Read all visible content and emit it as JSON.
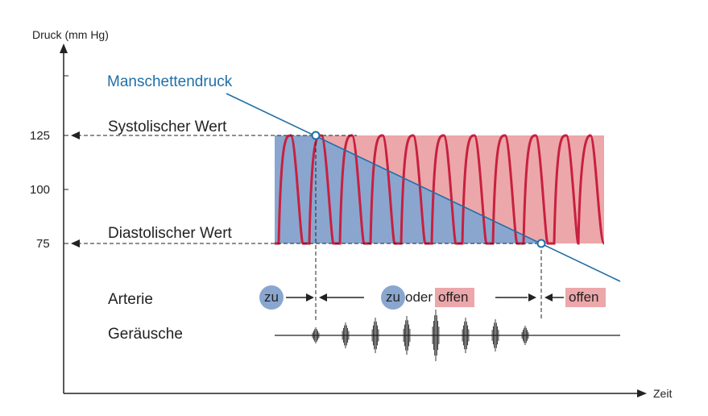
{
  "axes": {
    "y_label": "Druck (mm Hg)",
    "x_label": "Zeit",
    "y_ticks": [
      {
        "value": 125,
        "label": "125"
      },
      {
        "value": 100,
        "label": "100"
      },
      {
        "value": 75,
        "label": "75"
      }
    ]
  },
  "labels": {
    "cuff_pressure": "Manschettendruck",
    "systolic": "Systolischer Wert",
    "diastolic": "Diastolischer Wert",
    "artery": "Arterie",
    "sounds": "Geräusche"
  },
  "artery_states": {
    "closed": "zu",
    "or_word": "oder",
    "open": "offen"
  },
  "colors": {
    "cuff_line": "#1f6fa8",
    "pulse_wave": "#c8203e",
    "closed_fill": "#8aa6cf",
    "open_fill": "#eca7aa",
    "axis": "#222222"
  }
}
